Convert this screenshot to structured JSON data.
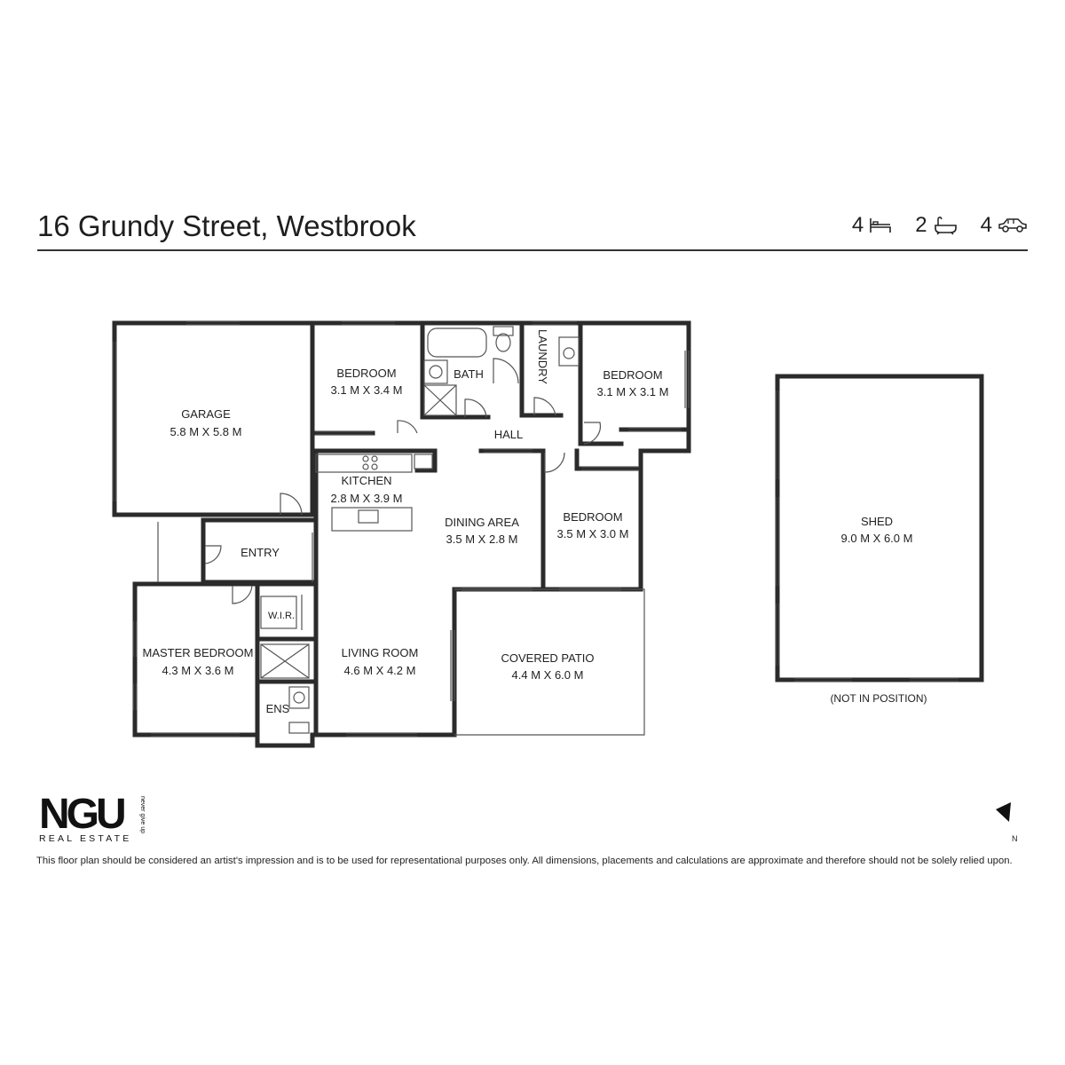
{
  "header": {
    "address": "16 Grundy Street, Westbrook",
    "bedrooms": "4",
    "bathrooms": "2",
    "car_spaces": "4",
    "bed_icon": "bed-icon",
    "bath_icon": "bath-icon",
    "car_icon": "car-icon"
  },
  "rooms": {
    "garage": {
      "name": "GARAGE",
      "size": "5.8 M X 5.8 M"
    },
    "bedroom1": {
      "name": "BEDROOM",
      "size": "3.1 M X 3.4 M"
    },
    "bath": {
      "name": "BATH"
    },
    "laundry": {
      "name": "LAUNDRY"
    },
    "bedroom2": {
      "name": "BEDROOM",
      "size": "3.1 M X 3.1 M"
    },
    "hall": {
      "name": "HALL"
    },
    "kitchen": {
      "name": "KITCHEN",
      "size": "2.8 M X 3.9 M"
    },
    "dining": {
      "name": "DINING AREA",
      "size": "3.5 M X 2.8 M"
    },
    "bedroom3": {
      "name": "BEDROOM",
      "size": "3.5 M X 3.0 M"
    },
    "entry": {
      "name": "ENTRY"
    },
    "wir": {
      "name": "W.I.R."
    },
    "master": {
      "name": "MASTER BEDROOM",
      "size": "4.3 M X 3.6 M"
    },
    "ens": {
      "name": "ENS"
    },
    "living": {
      "name": "LIVING ROOM",
      "size": "4.6 M X 4.2 M"
    },
    "patio": {
      "name": "COVERED PATIO",
      "size": "4.4 M X 6.0 M"
    },
    "shed": {
      "name": "SHED",
      "size": "9.0 M X 6.0 M",
      "note": "(NOT IN POSITION)"
    }
  },
  "logo": {
    "brand": "NGU",
    "tagline": "never give up",
    "subtitle": "REAL ESTATE"
  },
  "north_label": "N",
  "disclaimer": "This floor plan should be considered an artist's impression and is to be used for representational purposes only. All dimensions, placements and calculations are approximate and therefore should not be solely relied upon.",
  "colors": {
    "wall": "#2b2b2b",
    "text": "#222222",
    "background": "#ffffff"
  }
}
